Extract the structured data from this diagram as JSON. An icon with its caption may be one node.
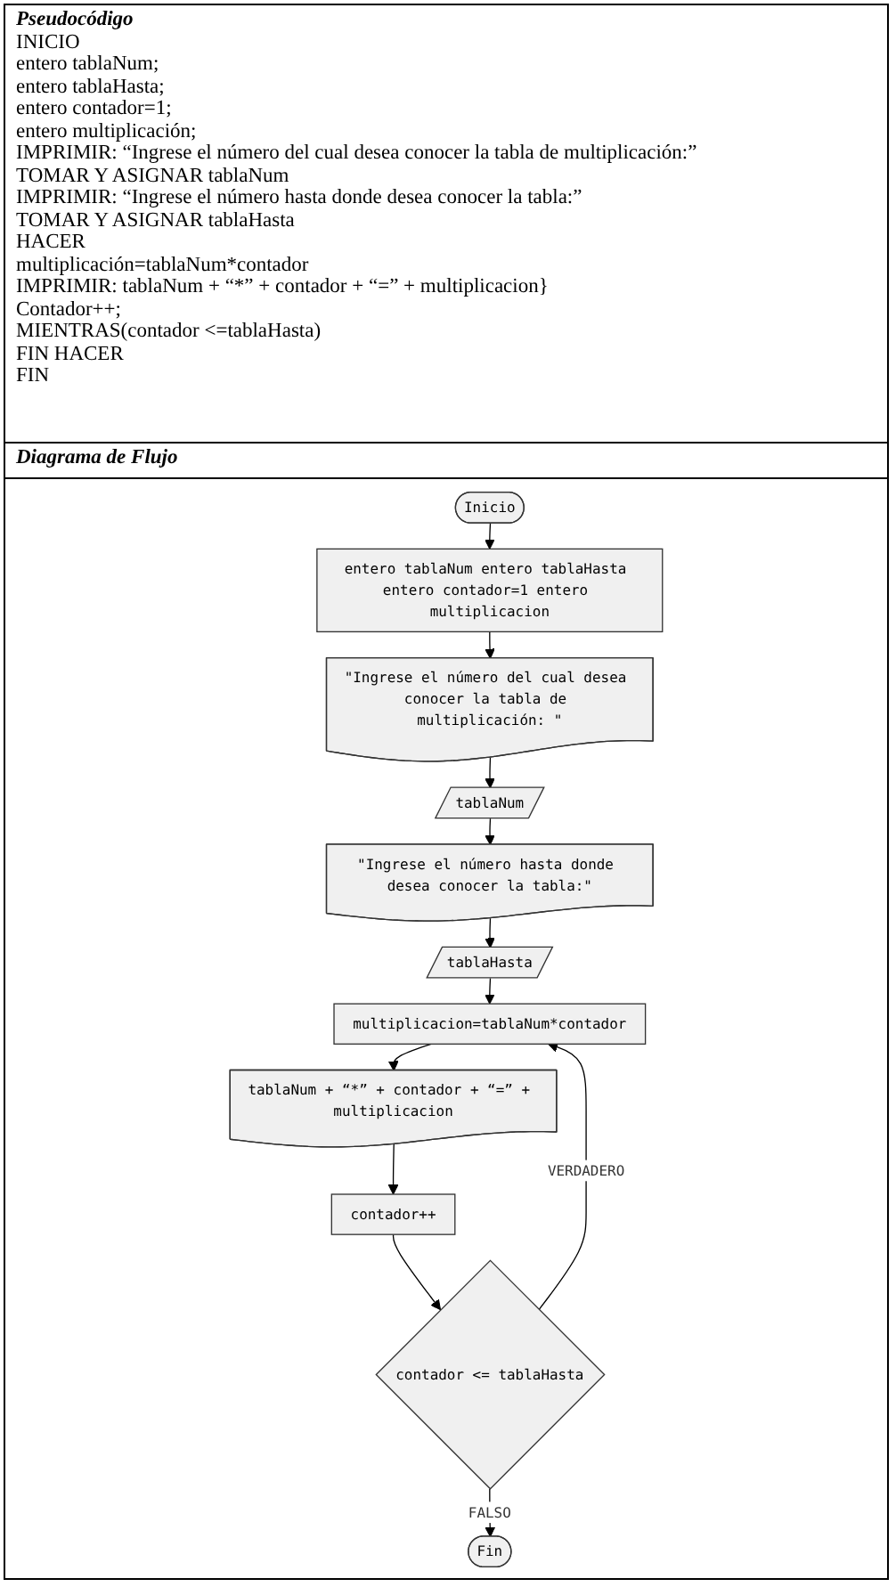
{
  "diagram": {
    "nodes": [
      {
        "text": [
          "Inicio"
        ]
      },
      {
        "text": [
          "entero tablaNum entero tablaHasta entero contador=1 entero multiplicacion"
        ]
      },
      {
        "text": [
          "\"Ingrese el número del cual desea conocer la tabla de multiplicación: \""
        ]
      },
      {
        "text": [
          "tablaNum"
        ]
      },
      {
        "text": [
          "\"Ingrese el número hasta donde desea conocer la tabla:\""
        ]
      },
      {
        "text": [
          "tablaHasta"
        ]
      },
      {
        "text": [
          "multiplicacion=tablaNum*contador"
        ]
      },
      {
        "text": [
          "tablaNum + “*” + contador + “=” + multiplicacion"
        ]
      },
      {
        "text": [
          "contador++"
        ]
      },
      {
        "text": [
          "contador <= tablaHasta"
        ]
      },
      {
        "text": [
          "Fin"
        ]
      }
    ],
    "edges": [
      {
        "from": 0,
        "to": 1,
        "arrow": "to"
      },
      {
        "from": 1,
        "to": 2,
        "arrow": "to"
      },
      {
        "from": 2,
        "to": 3,
        "arrow": "to"
      },
      {
        "from": 3,
        "to": 4,
        "arrow": "to"
      },
      {
        "from": 4,
        "to": 5,
        "arrow": "to"
      },
      {
        "from": 5,
        "to": 6,
        "arrow": "to"
      },
      {
        "from": 6,
        "to": 7,
        "arrow": "to"
      },
      {
        "from": 7,
        "to": 8,
        "arrow": "to"
      },
      {
        "from": 8,
        "to": 9,
        "arrow": "to"
      },
      {
        "from": 9,
        "to": 6,
        "arrow": "to",
        "label": "VERDADERO"
      },
      {
        "from": 9,
        "to": 10,
        "arrow": "to",
        "label": "FALSO"
      }
    ],
    "labels": [
      "Pseudocódigo",
      "INICIO",
      "entero tablaNum;",
      "entero tablaHasta;",
      "entero contador=1;",
      "entero multiplicación;",
      "IMPRIMIR: “Ingrese el número del cual desea conocer la tabla de multiplicación:”",
      "TOMAR Y ASIGNAR tablaNum",
      "IMPRIMIR: “Ingrese el número hasta donde desea conocer la tabla:”",
      "TOMAR Y ASIGNAR tablaHasta",
      "HACER",
      "multiplicación=tablaNum*contador",
      "IMPRIMIR: tablaNum + “*” + contador + “=” + multiplicacion}",
      "Contador++;",
      "MIENTRAS(contador <=tablaHasta)",
      "FIN HACER",
      "FIN",
      "Diagrama de Flujo"
    ]
  }
}
